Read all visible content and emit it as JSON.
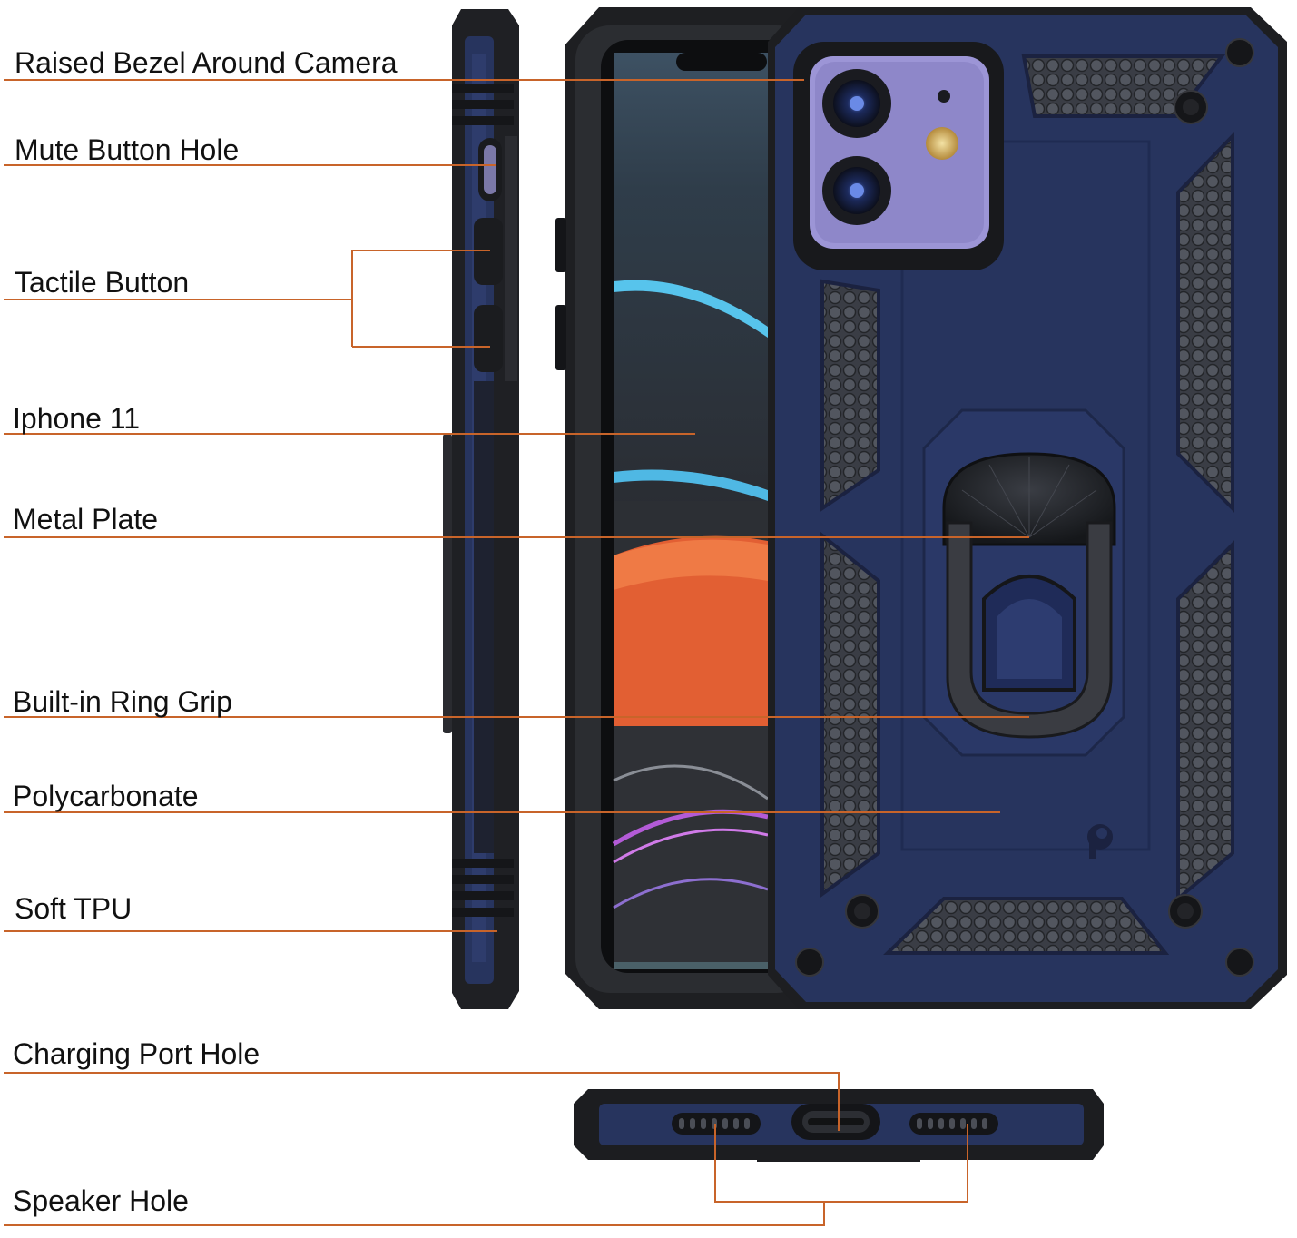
{
  "labels": {
    "raised_bezel": "Raised Bezel Around Camera",
    "mute_button_hole": "Mute Button Hole",
    "tactile_button": "Tactile Button",
    "iphone_11": "Iphone 11",
    "metal_plate": "Metal Plate",
    "ring_grip": "Built-in Ring Grip",
    "polycarbonate": "Polycarbonate",
    "soft_tpu": "Soft TPU",
    "charging_port_hole": "Charging Port Hole",
    "speaker_hole": "Speaker Hole"
  },
  "colors": {
    "leader_line": "#c8642a",
    "case_blue": "#26335f",
    "tpu_black": "#1d1e21",
    "camera_purple": "#8e87c9"
  }
}
